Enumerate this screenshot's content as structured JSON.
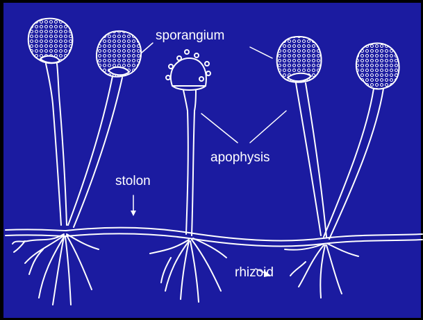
{
  "colors": {
    "background": "#1b1ba0",
    "frame": "#000000",
    "line": "#ffffff"
  },
  "labels": {
    "sporangium": "sporangium",
    "apophysis": "apophysis",
    "stolon": "stolon",
    "rhizoid": "rhizoid"
  }
}
